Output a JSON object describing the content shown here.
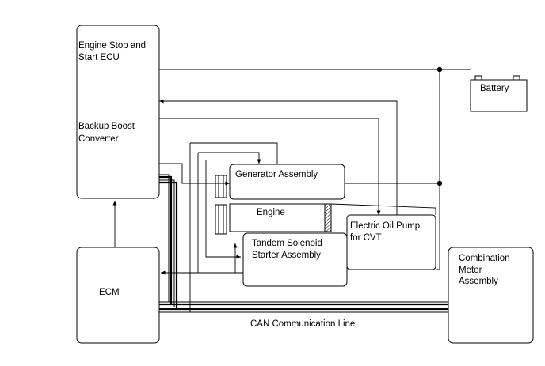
{
  "components": {
    "engine_stop_start_ecu": {
      "line1": "Engine Stop and",
      "line2": "Start ECU"
    },
    "backup_boost_converter": {
      "line1": "Backup Boost",
      "line2": "Converter"
    },
    "battery": {
      "label": "Battery"
    },
    "generator_assembly": {
      "label": "Generator Assembly"
    },
    "engine": {
      "label": "Engine"
    },
    "electric_oil_pump": {
      "line1": "Electric Oil Pump",
      "line2": "for CVT"
    },
    "tandem_solenoid": {
      "line1": "Tandem Solenoid",
      "line2": "Starter Assembly"
    },
    "ecm": {
      "label": "ECM"
    },
    "combination_meter": {
      "line1": "Combination",
      "line2": "Meter",
      "line3": "Assembly"
    },
    "can_line": {
      "label": "CAN Communication Line"
    }
  }
}
